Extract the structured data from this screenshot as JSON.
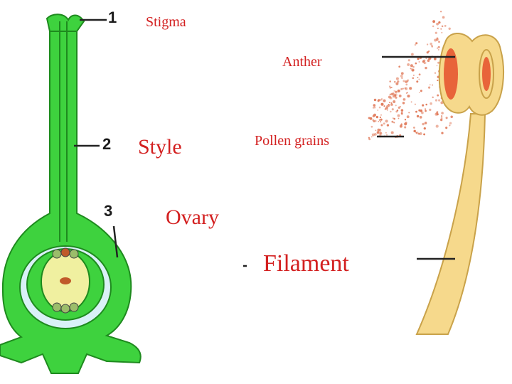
{
  "colors": {
    "label_red": "#d32020",
    "pistil_green": "#3ed23e",
    "pistil_outline": "#1e8a1e",
    "ovule_yellow": "#f0f0a0",
    "stamen_cream": "#f6d98c",
    "stamen_outline": "#c9a24a",
    "anther_lobe": "#e8643a",
    "pollen": "#e07a5a",
    "leader_line": "#222222"
  },
  "icons": {
    "pistil": "pistil-drawing-icon",
    "stamen": "stamen-drawing-icon",
    "pollen": "pollen-speckle-icon"
  },
  "pistil": {
    "numbers": [
      "1",
      "2",
      "3"
    ]
  },
  "labels": {
    "stigma": "Stigma",
    "anther": "Anther",
    "style": "Style",
    "pollen_grains": "Pollen grains",
    "ovary": "Ovary",
    "filament": "Filament"
  }
}
